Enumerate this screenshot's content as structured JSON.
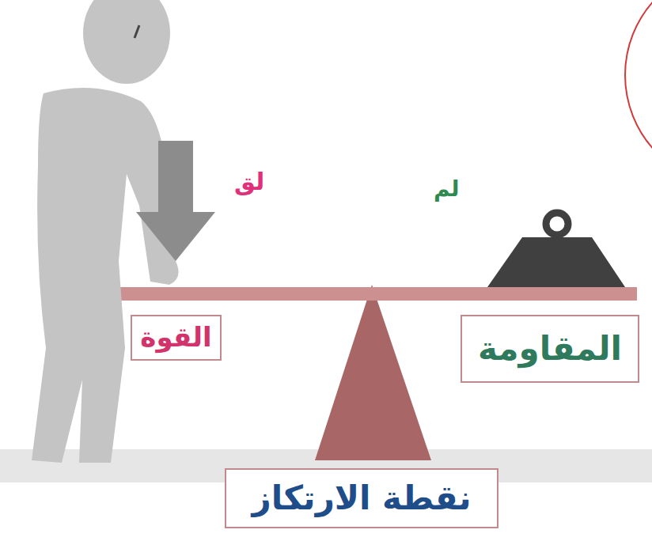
{
  "diagram": {
    "nodes": [
      {
        "text": [
          "القوة"
        ]
      },
      {
        "text": [
          "المقاومة"
        ]
      },
      {
        "text": [
          "نقطة الارتكاز"
        ]
      }
    ],
    "labels": [
      "لق",
      "لم"
    ]
  }
}
